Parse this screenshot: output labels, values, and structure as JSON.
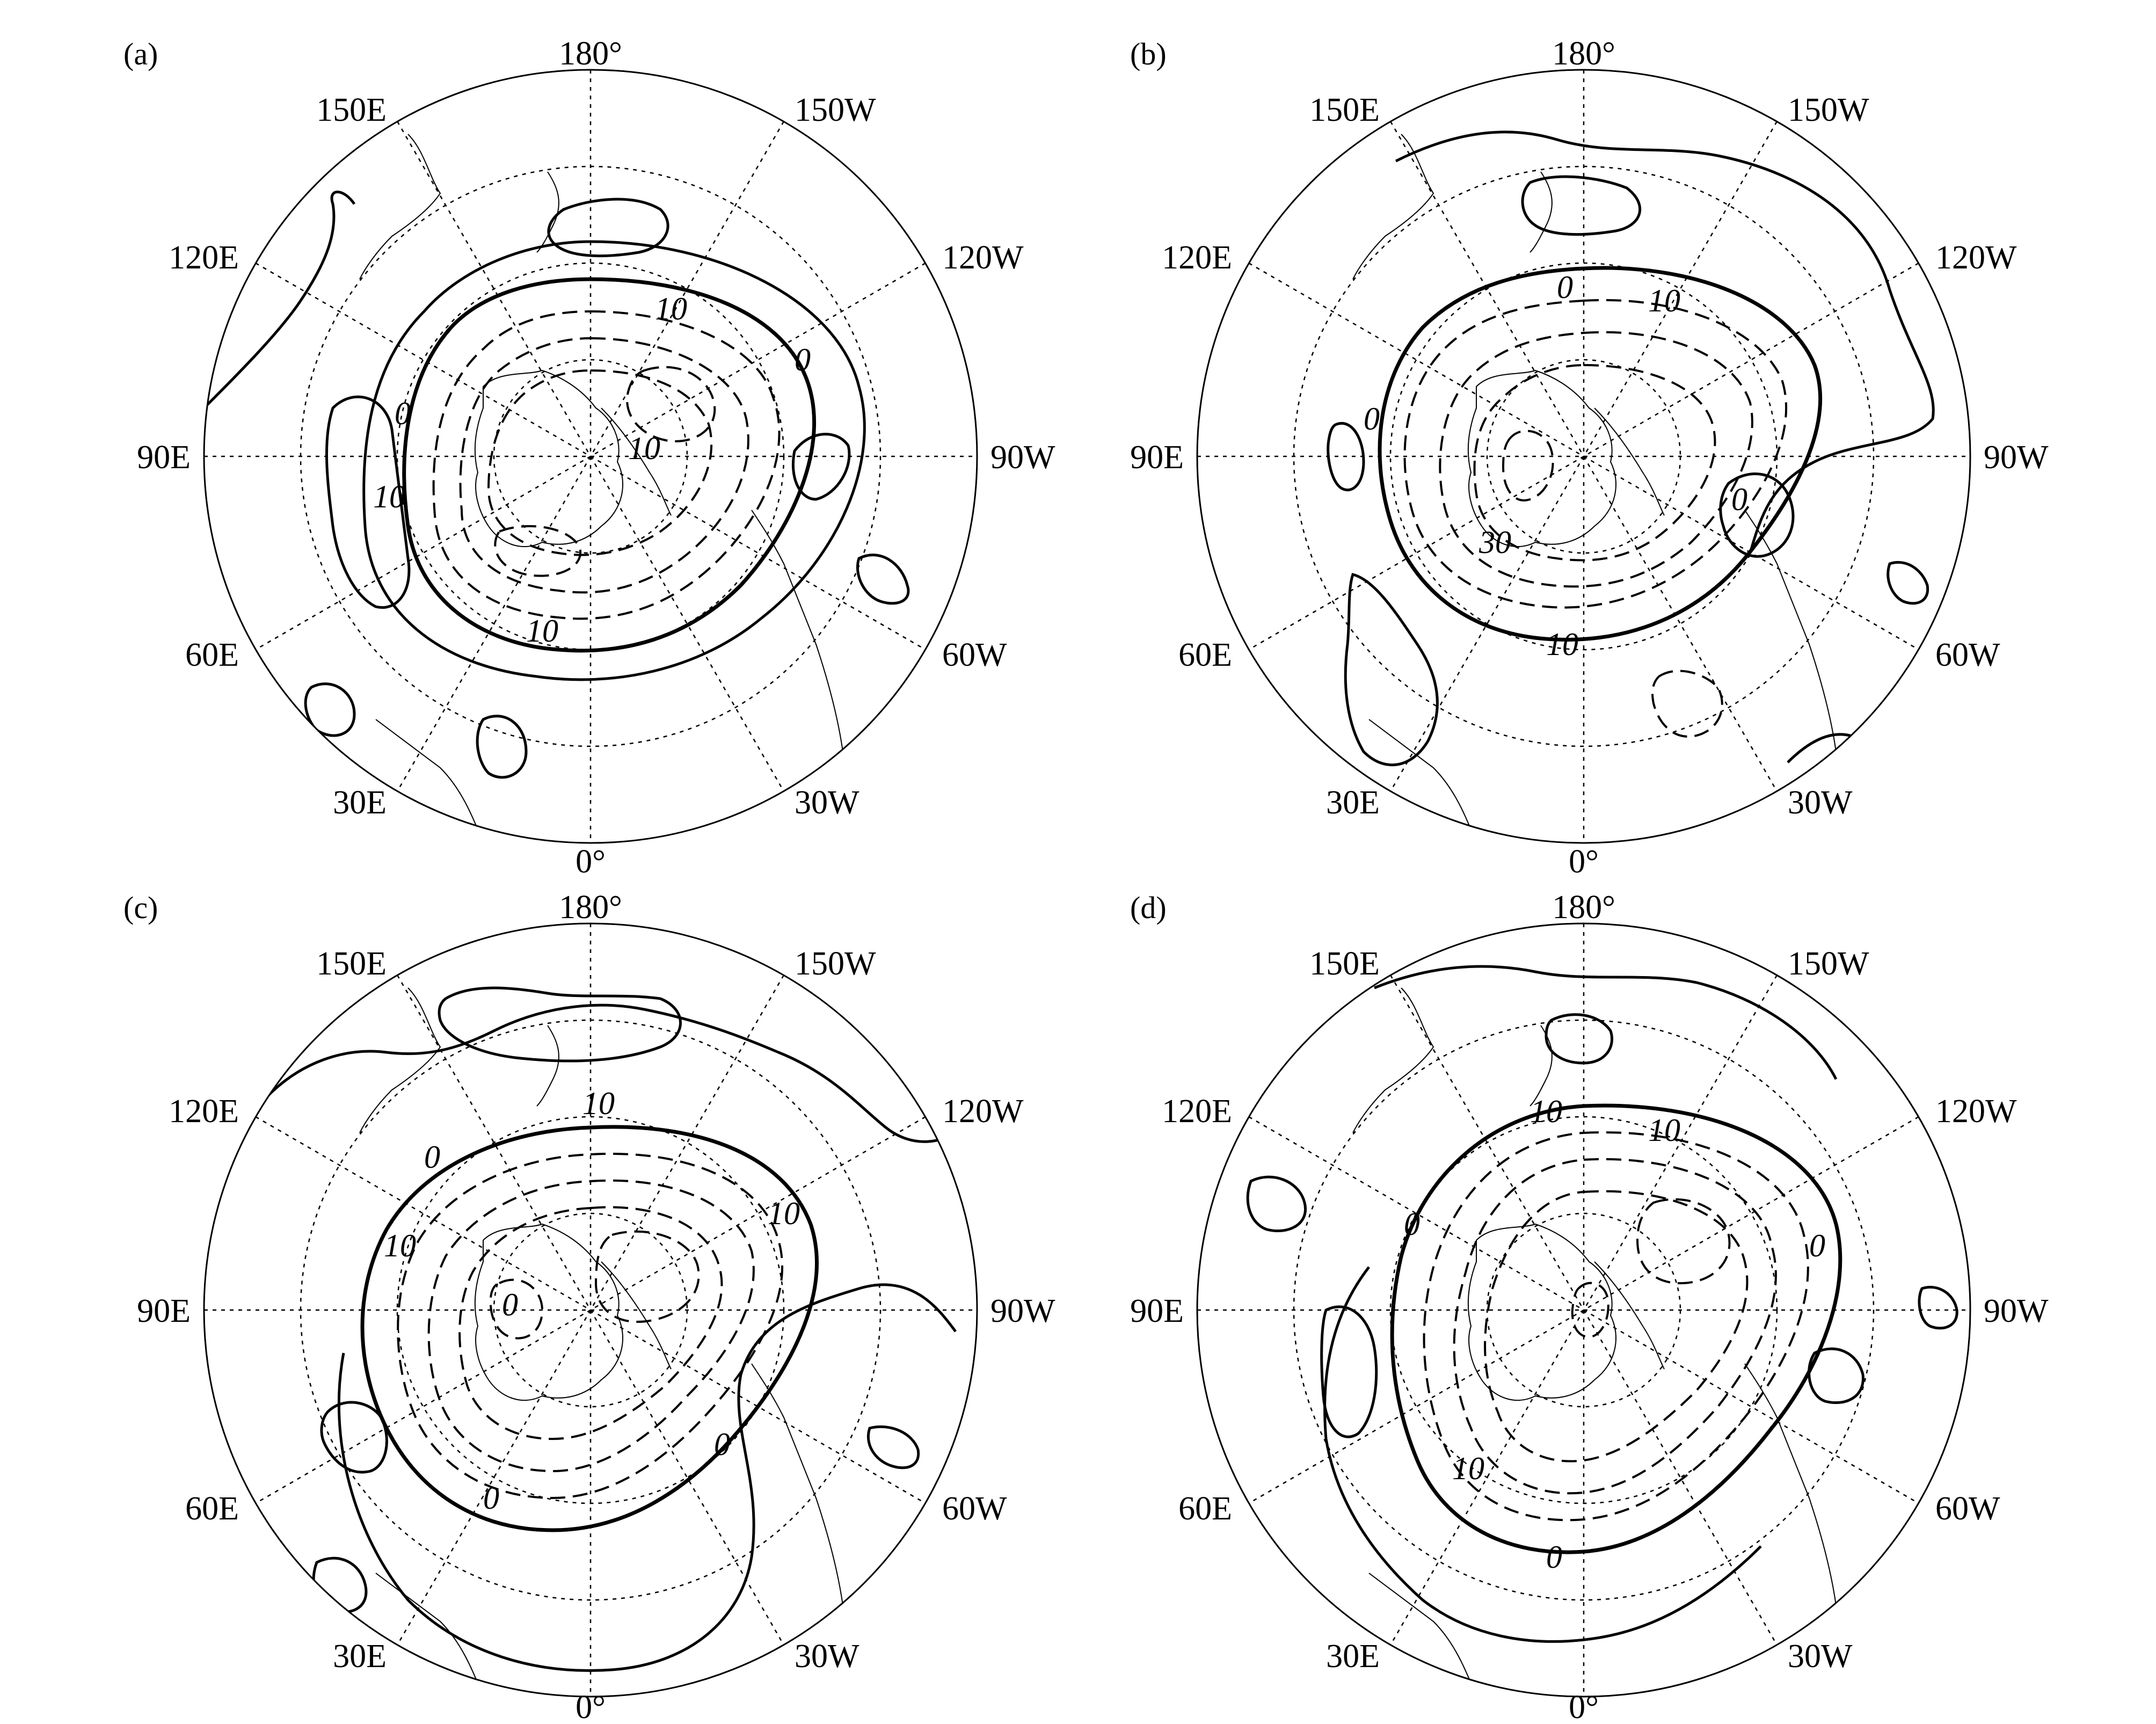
{
  "figure": {
    "panels": [
      {
        "id": "a",
        "label": "(a)",
        "contour_labels": [
          "10",
          "10",
          "0",
          "0",
          "10",
          "10"
        ]
      },
      {
        "id": "b",
        "label": "(b)",
        "contour_labels": [
          "0",
          "10",
          "0",
          "30",
          "10",
          "0"
        ]
      },
      {
        "id": "c",
        "label": "(c)",
        "contour_labels": [
          "10",
          "10",
          "0",
          "10",
          "0",
          "0",
          "0"
        ]
      },
      {
        "id": "d",
        "label": "(d)",
        "contour_labels": [
          "10",
          "10",
          "0",
          "0",
          "10",
          "0"
        ]
      }
    ],
    "longitude_labels": {
      "top": "180°",
      "top_left": "150E",
      "top_right": "150W",
      "upper_left": "120E",
      "upper_right": "120W",
      "left": "90E",
      "right": "90W",
      "lower_left": "60E",
      "lower_right": "60W",
      "bottom_left": "30E",
      "bottom_right": "30W",
      "bottom": "0°"
    },
    "projection": "south-polar-stereographic",
    "contour_interval": 10,
    "negative_contours_style": "dashed",
    "zero_contour_style": "thick"
  }
}
